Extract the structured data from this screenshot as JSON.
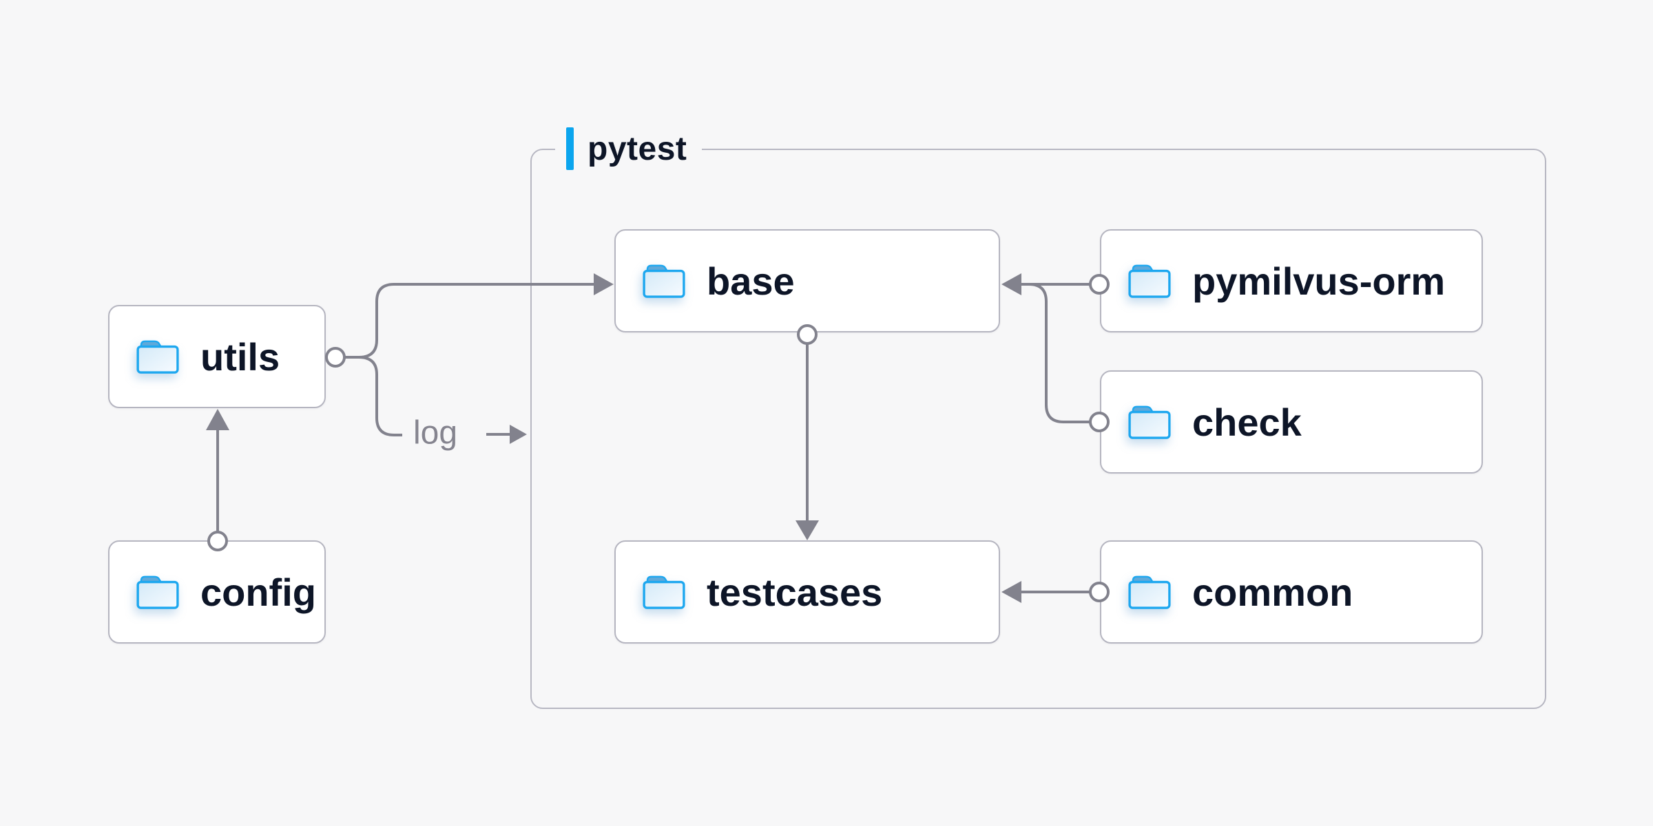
{
  "page": {
    "background": "#f7f7f8"
  },
  "colors": {
    "accent_blue": "#0ba5ee",
    "edge_gray": "#82828d",
    "box_border": "#b5b5c0",
    "group_border": "#b7b7c2",
    "label_dark": "#0d1527",
    "log_label_gray": "#85848f",
    "folder_stroke_blue": "#1da7ef",
    "folder_tab_blue": "#5fa9da",
    "node_fill": "#ffffff"
  },
  "container": {
    "label": "pytest"
  },
  "nodes": [
    {
      "id": "utils",
      "label": "utils",
      "icon": "folder-icon"
    },
    {
      "id": "config",
      "label": "config",
      "icon": "folder-icon"
    },
    {
      "id": "base",
      "label": "base",
      "icon": "folder-icon"
    },
    {
      "id": "pymilvus-orm",
      "label": "pymilvus-orm",
      "icon": "folder-icon"
    },
    {
      "id": "check",
      "label": "check",
      "icon": "folder-icon"
    },
    {
      "id": "testcases",
      "label": "testcases",
      "icon": "folder-icon"
    },
    {
      "id": "common",
      "label": "common",
      "icon": "folder-icon"
    }
  ],
  "edges": [
    {
      "from": "config",
      "to": "utils",
      "label": ""
    },
    {
      "from": "utils",
      "to": "base",
      "label": ""
    },
    {
      "from": "utils",
      "to": "pytest",
      "label": "log"
    },
    {
      "from": "base",
      "to": "testcases",
      "label": ""
    },
    {
      "from": "pymilvus-orm",
      "to": "base",
      "label": ""
    },
    {
      "from": "check",
      "to": "base",
      "label": ""
    },
    {
      "from": "common",
      "to": "testcases",
      "label": ""
    }
  ]
}
